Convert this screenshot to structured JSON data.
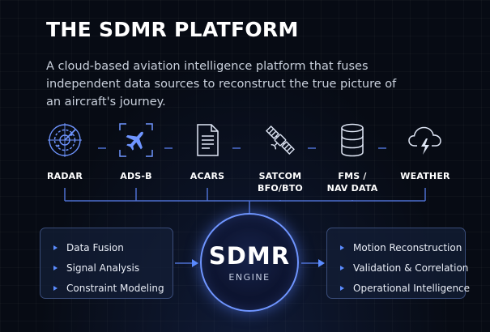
{
  "header": {
    "title": "THE SDMR PLATFORM",
    "subtitle": "A cloud-based aviation intelligence platform that fuses independent data sources to reconstruct the true picture of an aircraft's journey."
  },
  "sources": [
    {
      "label": "RADAR",
      "icon": "radar-icon"
    },
    {
      "label": "ADS-B",
      "icon": "airplane-icon"
    },
    {
      "label": "ACARS",
      "icon": "document-icon"
    },
    {
      "label": "SATCOM\nBFO/BTO",
      "icon": "satellite-icon"
    },
    {
      "label": "FMS /\nNAV DATA",
      "icon": "database-icon"
    },
    {
      "label": "WEATHER",
      "icon": "storm-cloud-icon"
    }
  ],
  "inputs": {
    "items": [
      "Data Fusion",
      "Signal Analysis",
      "Constraint Modeling"
    ]
  },
  "engine": {
    "name": "SDMR",
    "subtitle": "ENGINE"
  },
  "outputs": {
    "items": [
      "Motion Reconstruction",
      "Validation & Correlation",
      "Operational Intelligence"
    ]
  },
  "colors": {
    "accent": "#5b8cff",
    "background": "#070b14",
    "panel_border": "#3a4d7a"
  }
}
